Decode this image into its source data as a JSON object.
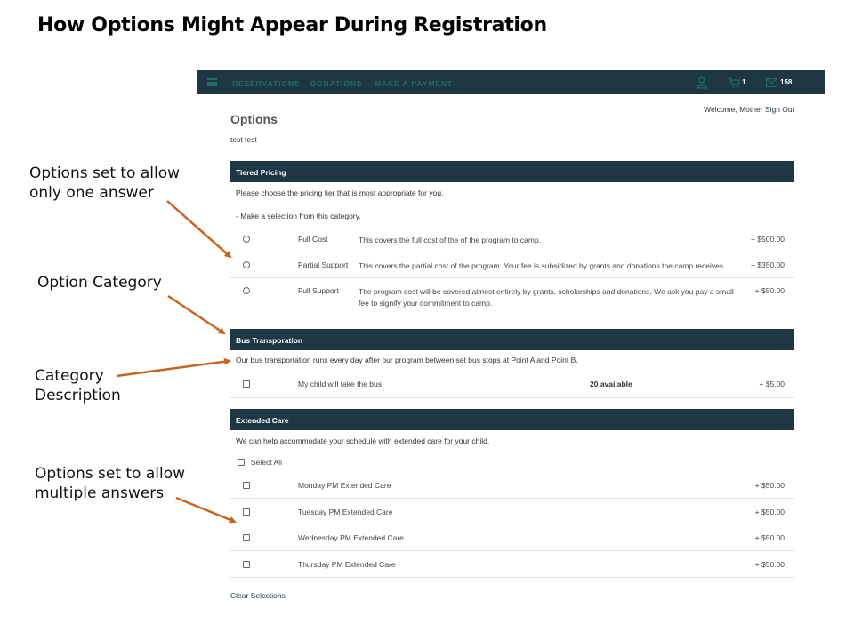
{
  "slide": {
    "title": "How Options Might Appear During Registration",
    "annotations": [
      {
        "lines": [
          "Options set to allow",
          "only one answer"
        ]
      },
      {
        "lines": [
          "Option Category"
        ]
      },
      {
        "lines": [
          "Category",
          "Description"
        ]
      },
      {
        "lines": [
          "Options set to allow",
          "multiple answers"
        ]
      }
    ],
    "arrow_color": "#c5651f"
  },
  "app": {
    "nav": {
      "links": [
        "RESERVATIONS",
        "DONATIONS",
        "MAKE A PAYMENT"
      ],
      "cart_count": "1",
      "mail_count": "158",
      "icons": [
        "menu-icon",
        "user-icon",
        "cart-icon",
        "mail-icon"
      ]
    },
    "welcome_text": "Welcome, Mother",
    "sign_out_label": "Sign Out",
    "page_title": "Options",
    "page_subtitle": "test test",
    "categories": [
      {
        "name": "Tiered Pricing",
        "description": "Please choose the pricing tier that is most appropriate for you.",
        "selection_note": "- Make a selection from this category.",
        "input_type": "radio",
        "options": [
          {
            "name": "Full Cost",
            "description": "This covers the full cost of the of the program to camp.",
            "price": "+ $500.00"
          },
          {
            "name": "Partial Support",
            "description": "This covers the partial cost of the program. Your fee is subsidized by grants and donations the camp receives",
            "price": "+ $350.00"
          },
          {
            "name": "Full Support",
            "description": "The program cost will be covered almost entirely by grants, scholarships and donations. We ask you pay a small fee to signify your commitment to camp.",
            "price": "+ $50.00"
          }
        ]
      },
      {
        "name": "Bus Transporation",
        "description": "Our bus transportation runs every day after our program between set bus stops at Point A and Point B.",
        "input_type": "checkbox",
        "options": [
          {
            "name": "My child will take the bus",
            "availability": "20 available",
            "price": "+ $5.00"
          }
        ]
      },
      {
        "name": "Extended Care",
        "description": "We can help accommodate your schedule with extended care for your child.",
        "select_all_label": "Select All",
        "input_type": "checkbox",
        "options": [
          {
            "name": "Monday PM Extended Care",
            "price": "+ $50.00"
          },
          {
            "name": "Tuesday PM Extended Care",
            "price": "+ $50.00"
          },
          {
            "name": "Wednesday PM Extended Care",
            "price": "+ $50.00"
          },
          {
            "name": "Thursday PM Extended Care",
            "price": "+ $50.00"
          }
        ]
      }
    ],
    "clear_label": "Clear Selections",
    "colors": {
      "header_bg": "#1f3644",
      "nav_link": "#1d6f61"
    }
  }
}
